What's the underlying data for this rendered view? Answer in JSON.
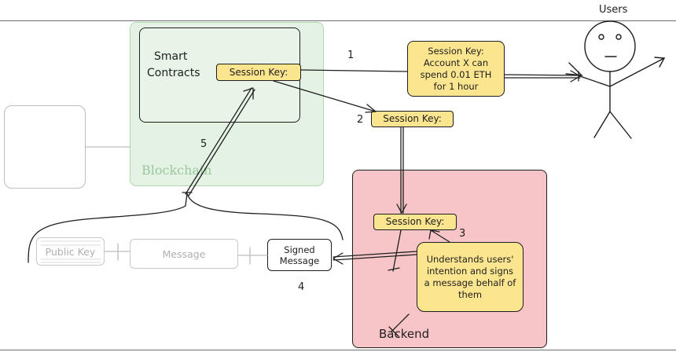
{
  "users": {
    "label": "Users"
  },
  "smart_contracts": {
    "line1": "Smart",
    "line2": "Contracts"
  },
  "blockchain": {
    "label": "Blockchain"
  },
  "session_key_contract": {
    "label": "Session Key:"
  },
  "session_key_note": {
    "text": "Session Key: Account X can spend 0.01 ETH for 1 hour"
  },
  "session_key_transit": {
    "label": "Session Key:"
  },
  "session_key_backend": {
    "label": "Session Key:"
  },
  "backend": {
    "label": "Backend"
  },
  "backend_note": {
    "text": "Understands users' intention and signs a message behalf of them"
  },
  "public_key": {
    "label": "Public Key"
  },
  "message": {
    "label": "Message"
  },
  "signed_message": {
    "line1": "Signed",
    "line2": "Message"
  },
  "steps": {
    "s1": "1",
    "s2": "2",
    "s3": "3",
    "s4": "4",
    "s5": "5"
  },
  "colors": {
    "blockchain_fill": "#e3f2e3",
    "blockchain_stroke": "#b2d8b2",
    "backend_fill": "#f7c5c8",
    "note_fill": "#fbe58f",
    "stroke": "#1e1e1e",
    "faded": "#b5b5b5"
  }
}
